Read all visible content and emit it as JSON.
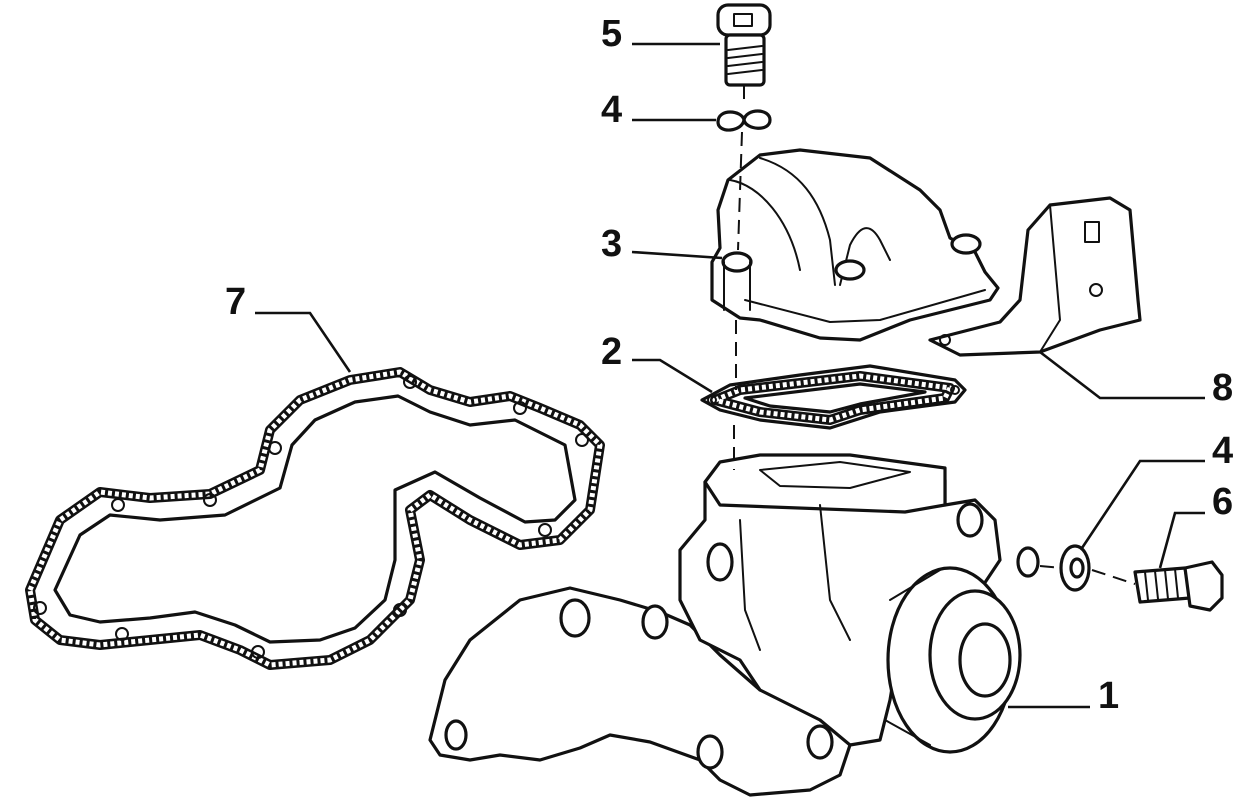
{
  "callouts": {
    "c1": "1",
    "c2": "2",
    "c3": "3",
    "c4a": "4",
    "c4b": "4",
    "c5": "5",
    "c6": "6",
    "c7": "7",
    "c8": "8"
  },
  "colors": {
    "ink": "#111111",
    "paper": "#ffffff"
  }
}
